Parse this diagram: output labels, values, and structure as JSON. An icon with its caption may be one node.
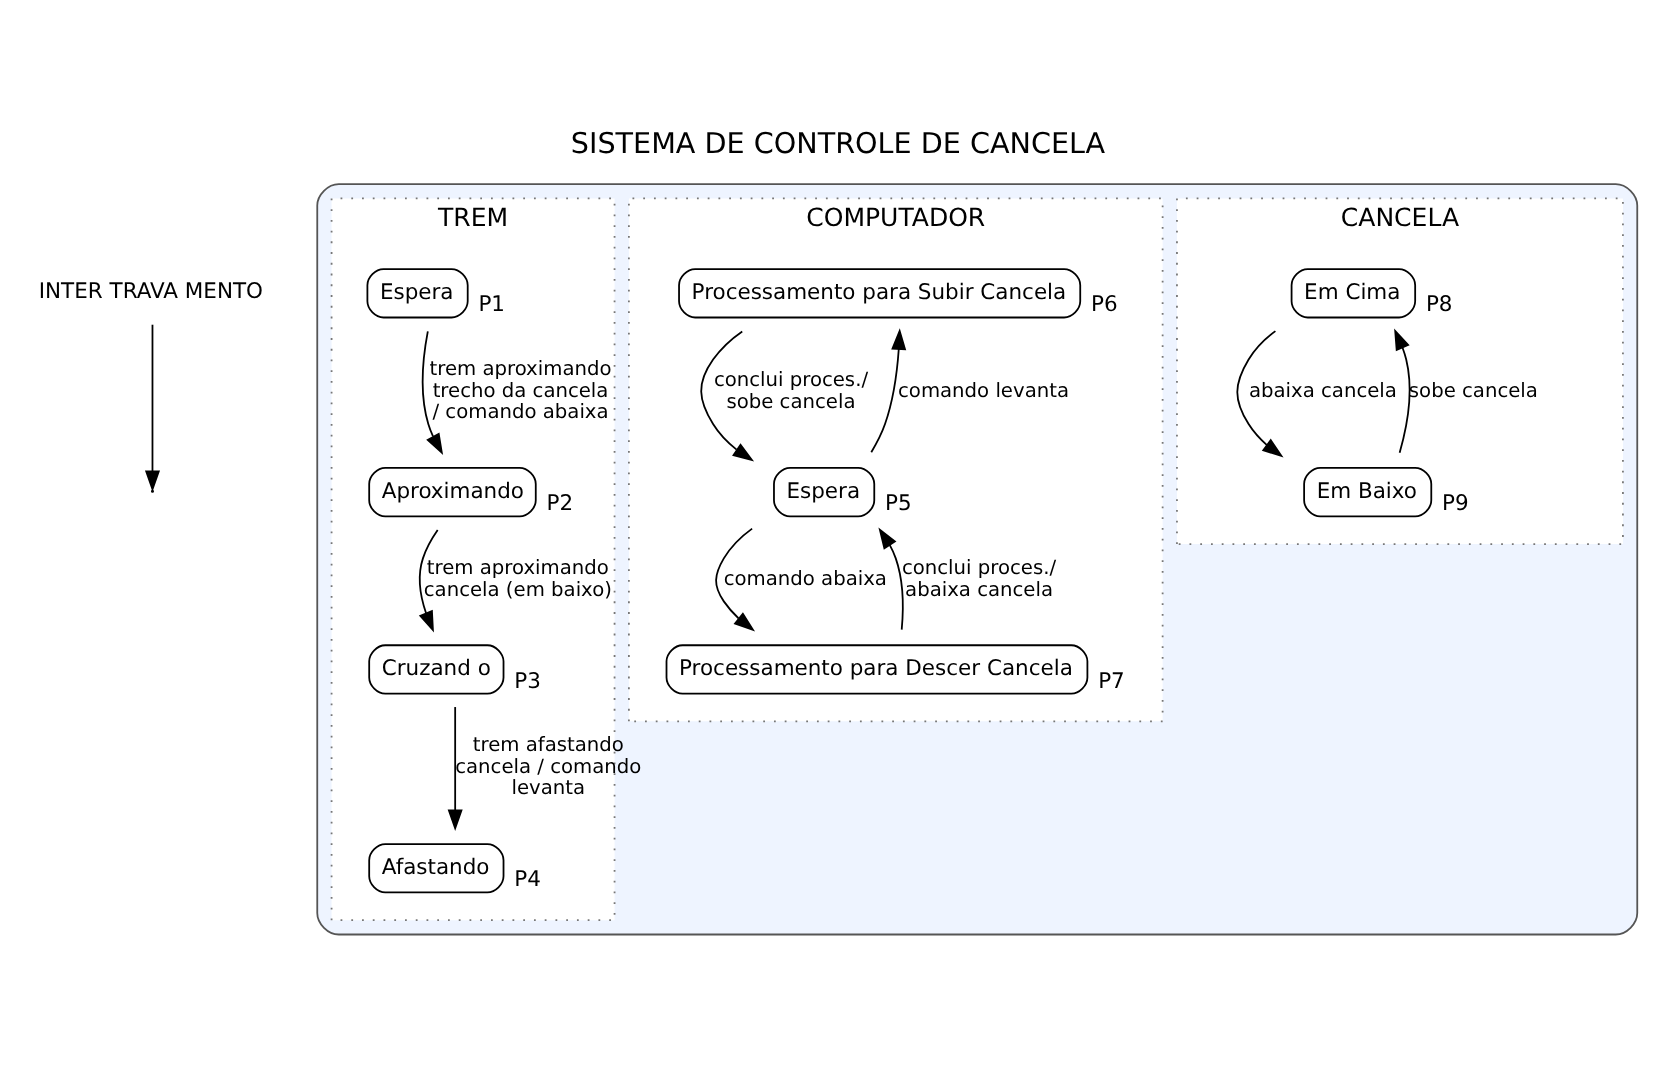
{
  "diagram": {
    "title": "SISTEMA DE CONTROLE DE CANCELA",
    "nodes": [
      {
        "text": [],
        "shape": "box"
      },
      {
        "text": [
          "TREM"
        ],
        "in": 0
      },
      {
        "text": [
          "Espera"
        ],
        "in": 1,
        "beside": [
          "P1"
        ]
      },
      {
        "text": [
          "Aproximando"
        ],
        "in": 1,
        "beside": [
          "P2"
        ]
      },
      {
        "text": [
          "Cruzand o"
        ],
        "in": 1,
        "beside": [
          "P3"
        ]
      },
      {
        "text": [
          "Afastando"
        ],
        "in": 1,
        "beside": [
          "P4"
        ]
      },
      {
        "text": [
          "COMPUTADOR"
        ],
        "in": 0
      },
      {
        "text": [
          "Processamento para Subir Cancela"
        ],
        "in": 6,
        "beside": [
          "P6"
        ]
      },
      {
        "text": [
          "Espera"
        ],
        "in": 6,
        "beside": [
          "P5"
        ]
      },
      {
        "text": [
          "Processamento para Descer Cancela"
        ],
        "in": 6,
        "beside": [
          "P7"
        ]
      },
      {
        "text": [
          "CANCELA"
        ],
        "in": 0
      },
      {
        "text": [
          "Em Cima"
        ],
        "in": 10,
        "beside": [
          "P8"
        ]
      },
      {
        "text": [
          "Em Baixo"
        ],
        "in": 10,
        "beside": [
          "P9"
        ]
      },
      {
        "text": [
          "INTER TRAVA MENTO"
        ]
      }
    ],
    "edges": [
      {
        "from": 2,
        "to": 3,
        "arrow": "to",
        "label": "trem aproximando trecho da cancela / comando abaixa"
      },
      {
        "from": 3,
        "to": 4,
        "arrow": "to",
        "label": "trem aproximando cancela (em baixo)"
      },
      {
        "from": 4,
        "to": 5,
        "arrow": "to",
        "label": "trem afastando cancela / comando levanta"
      },
      {
        "from": 8,
        "to": 7,
        "arrow": "to",
        "label": "comando levanta"
      },
      {
        "from": 7,
        "to": 8,
        "arrow": "to",
        "label": "conclui proces./ sobe cancela"
      },
      {
        "from": 8,
        "to": 9,
        "arrow": "to",
        "label": "comando abaixa"
      },
      {
        "from": 9,
        "to": 8,
        "arrow": "to",
        "label": "conclui proces./ abaixa cancela"
      },
      {
        "from": 11,
        "to": 12,
        "arrow": "to",
        "label": "abaixa cancela"
      },
      {
        "from": 12,
        "to": 11,
        "arrow": "to",
        "label": "sobe cancela"
      },
      {
        "from": 13,
        "to": null,
        "arrow": "to"
      }
    ]
  }
}
